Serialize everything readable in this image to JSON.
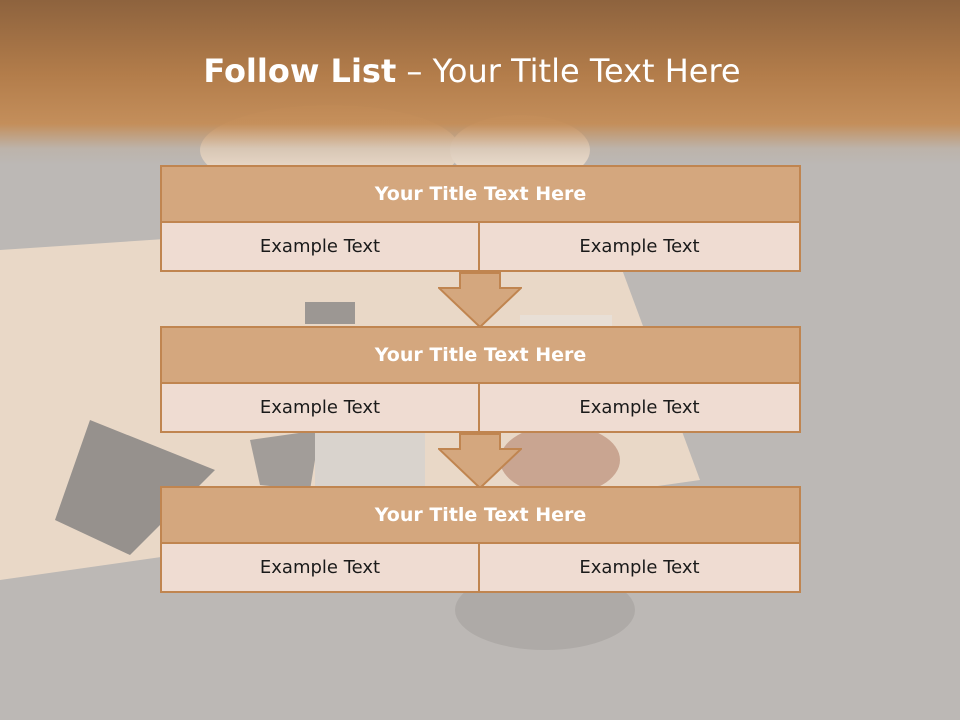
{
  "slide": {
    "title_bold": "Follow List",
    "title_rest": " – Your Title Text Here"
  },
  "colors": {
    "header": "#b77b45",
    "box_title_fill": "#d4a77e",
    "box_cell_fill": "#efdcd2",
    "border": "#c08550",
    "background": "#bdb9b6"
  },
  "blocks": [
    {
      "title": "Your Title Text Here",
      "left": "Example Text",
      "right": "Example Text"
    },
    {
      "title": "Your Title Text Here",
      "left": "Example Text",
      "right": "Example Text"
    },
    {
      "title": "Your Title Text Here",
      "left": "Example Text",
      "right": "Example Text"
    }
  ],
  "connectors": [
    "down-arrow-icon",
    "down-arrow-icon"
  ]
}
